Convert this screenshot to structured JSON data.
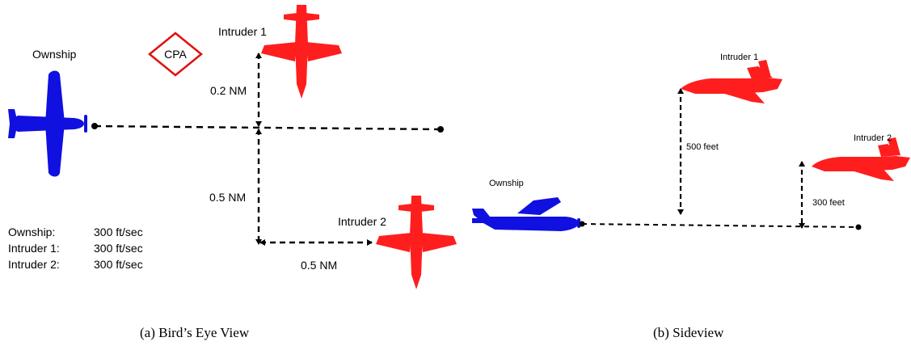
{
  "colors": {
    "ownship": "#1010e0",
    "intruder": "#ff1e1e",
    "cpa_border": "#e01010",
    "ink": "#000000"
  },
  "icons": {
    "ownship_top": "airplane-top-icon",
    "intruder_top": "jet-top-icon",
    "ownship_side": "airplane-side-icon",
    "intruder_side": "jet-side-icon",
    "cpa_marker": "diamond-icon"
  },
  "birds_eye": {
    "ownship_label": "Ownship",
    "cpa_label": "CPA",
    "intruder1_label": "Intruder 1",
    "intruder2_label": "Intruder 2",
    "dist_vertical_top": "0.2 NM",
    "dist_vertical_bottom": "0.5 NM",
    "dist_horizontal": "0.5 NM",
    "speeds": [
      {
        "name": "Ownship:",
        "value": "300 ft/sec"
      },
      {
        "name": "Intruder 1:",
        "value": "300 ft/sec"
      },
      {
        "name": "Intruder 2:",
        "value": "300 ft/sec"
      }
    ],
    "caption": "(a)  Bird’s Eye View"
  },
  "side_view": {
    "ownship_label": "Ownship",
    "intruder1_label": "Intruder 1",
    "intruder2_label": "Intruder 2",
    "dist_intruder1": "500  feet",
    "dist_intruder2": "300  feet",
    "caption": "(b)  Sideview"
  }
}
